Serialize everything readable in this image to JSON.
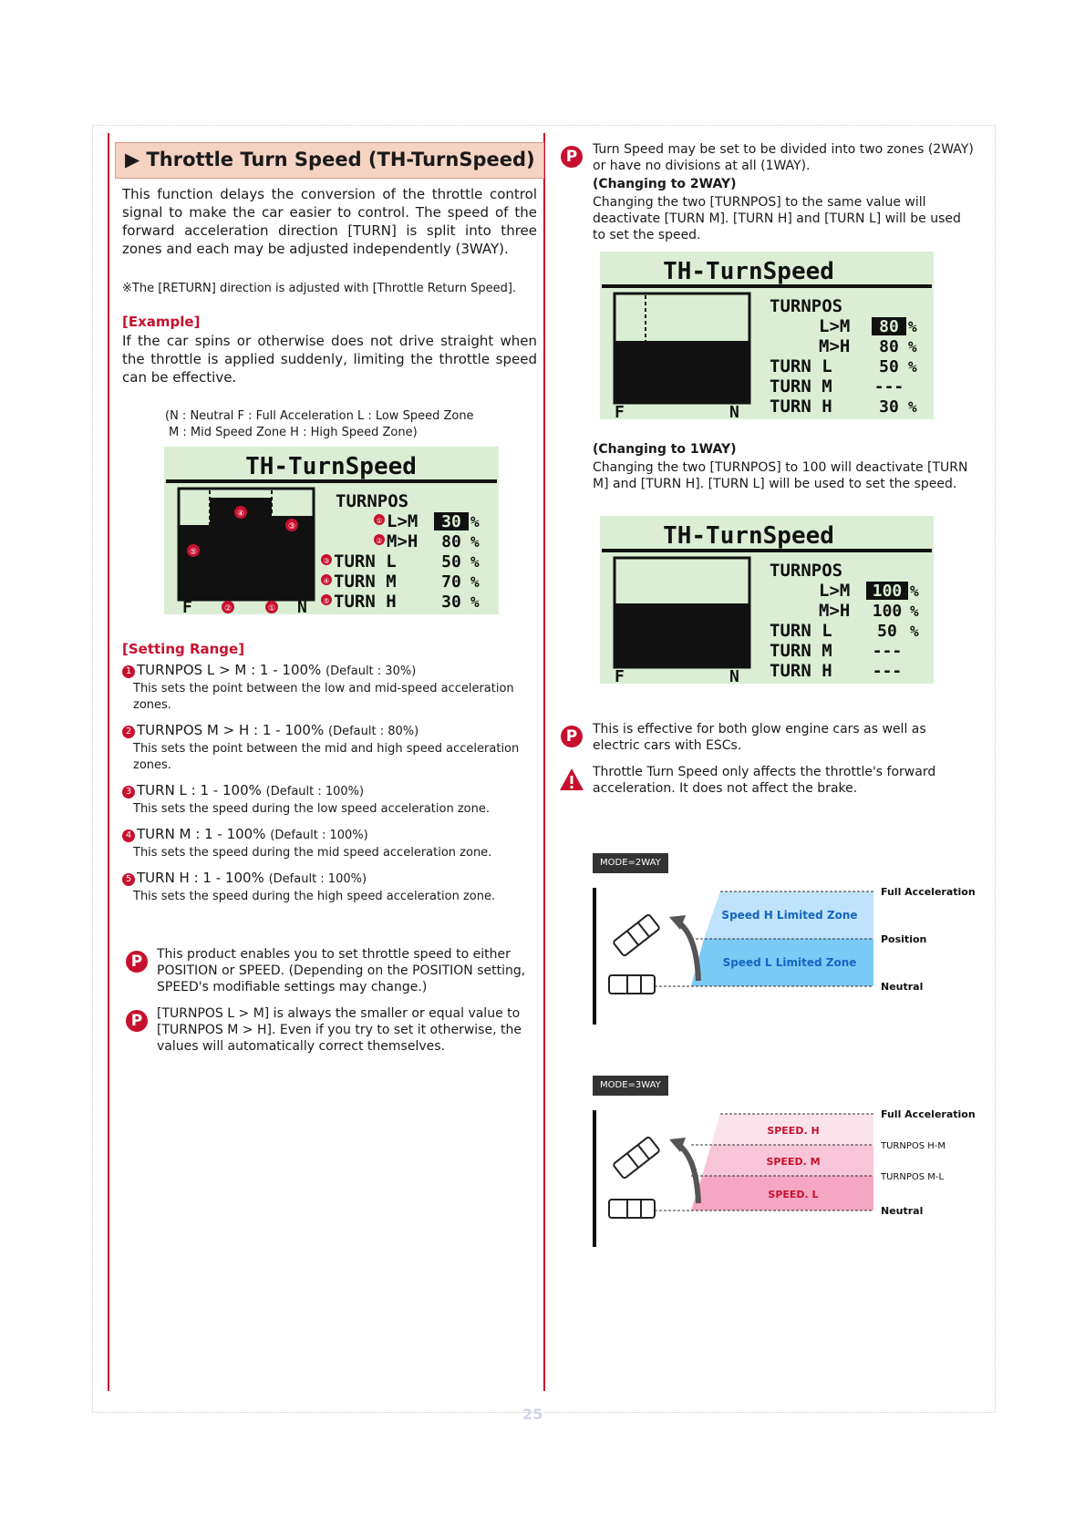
{
  "colors": {
    "accent": "#c8102e",
    "title_bg": "#f5d3c3",
    "lcd_bg": "#dbeed3",
    "speed_blue": "#2196f3",
    "speed_pink": "#f5b5cc"
  },
  "title": "▶ Throttle Turn Speed (TH-TurnSpeed)",
  "intro": "This function delays the conversion of the throttle control signal to make the car easier to control. The speed of the forward acceleration direction [TURN] is split into three zones and each may be adjusted independently (3WAY).",
  "note_return": "※The [RETURN] direction is adjusted with [Throttle Return Speed].",
  "example": {
    "heading": "[Example]",
    "text": "If the car spins or otherwise does not drive straight when the throttle is applied suddenly, limiting the throttle speed can be effective.",
    "legend_line1": "(N : Neutral   F : Full Acceleration   L : Low Speed Zone",
    "legend_line2": "M : Mid Speed Zone   H : High Speed Zone)"
  },
  "lcd_main": {
    "title": "TH-TurnSpeed",
    "turnpos": "TURNPOS",
    "rows": [
      {
        "mark": "①",
        "label": "L>M",
        "value": "30",
        "unit": "%"
      },
      {
        "mark": "②",
        "label": "M>H",
        "value": "80",
        "unit": "%"
      },
      {
        "mark": "③",
        "label": "TURN L",
        "value": "50",
        "unit": "%"
      },
      {
        "mark": "④",
        "label": "TURN M",
        "value": "70",
        "unit": "%"
      },
      {
        "mark": "⑤",
        "label": "TURN H",
        "value": "30",
        "unit": "%"
      }
    ],
    "axis_f": "F",
    "axis_n": "N",
    "m1": "①",
    "m2": "②",
    "m3": "③",
    "m4": "④",
    "m5": "⑤"
  },
  "setting_range": {
    "heading": "[Setting Range]",
    "items": [
      {
        "num": "1",
        "head": "TURNPOS L > M : 1 - 100%",
        "default": "(Default : 30%)",
        "desc": "This sets the point between the low and mid-speed acceleration zones."
      },
      {
        "num": "2",
        "head": "TURNPOS M > H : 1 - 100%",
        "default": "(Default : 80%)",
        "desc": "This sets the point between the mid and high speed acceleration zones."
      },
      {
        "num": "3",
        "head": "TURN L : 1 - 100%",
        "default": "(Default : 100%)",
        "desc": "This sets the speed during the low speed acceleration zone."
      },
      {
        "num": "4",
        "head": "TURN M : 1 - 100%",
        "default": "(Default : 100%)",
        "desc": "This sets the speed during the mid speed acceleration zone."
      },
      {
        "num": "5",
        "head": "TURN H : 1 - 100%",
        "default": "(Default : 100%)",
        "desc": "This sets the speed during the high speed acceleration zone."
      }
    ]
  },
  "point_notes_left": [
    "This product enables you to set throttle speed to either POSITION or SPEED. (Depending on the POSITION setting, SPEED's modifiable settings may change.)",
    "[TURNPOS L > M] is always the smaller or equal value to [TURNPOS M > H]. Even if you try to set it otherwise, the values will automatically correct themselves."
  ],
  "right": {
    "p1": "Turn Speed may be set to be divided into two zones (2WAY) or have no divisions at all (1WAY).",
    "h2way": "(Changing to 2WAY)",
    "t2way": "Changing the two [TURNPOS] to the same value will deactivate [TURN M]. [TURN H] and [TURN L] will be used to set the speed.",
    "h1way": "(Changing to 1WAY)",
    "t1way": "Changing the two [TURNPOS] to 100 will deactivate [TURN M] and [TURN H]. [TURN L] will be used to set the speed.",
    "p2": "This is effective for both glow engine cars as well as electric cars with ESCs.",
    "warn": "Throttle Turn Speed only affects the throttle's forward acceleration. It does not affect the brake."
  },
  "lcd_2way": {
    "title": "TH-TurnSpeed",
    "turnpos": "TURNPOS",
    "r1l": "L>M",
    "r1v": "80",
    "r2l": "M>H",
    "r2v": "80",
    "r3l": "TURN L",
    "r3v": "50",
    "r4l": "TURN M",
    "r4v": "---",
    "r5l": "TURN H",
    "r5v": "30",
    "unit": "%",
    "axis_f": "F",
    "axis_n": "N"
  },
  "lcd_1way": {
    "title": "TH-TurnSpeed",
    "turnpos": "TURNPOS",
    "r1l": "L>M",
    "r1v": "100",
    "r2l": "M>H",
    "r2v": "100",
    "r3l": "TURN L",
    "r3v": "50",
    "r4l": "TURN M",
    "r4v": "---",
    "r5l": "TURN H",
    "r5v": "---",
    "unit": "%",
    "axis_f": "F",
    "axis_n": "N"
  },
  "diagram_2way": {
    "mode": "MODE=2WAY",
    "zone_h": "Speed H Limited Zone",
    "zone_l": "Speed L Limited Zone",
    "full": "Full Acceleration",
    "position": "Position",
    "neutral": "Neutral"
  },
  "diagram_3way": {
    "mode": "MODE=3WAY",
    "speed_h": "SPEED. H",
    "speed_m": "SPEED. M",
    "speed_l": "SPEED. L",
    "full": "Full Acceleration",
    "pos_hm": "TURNPOS H-M",
    "pos_ml": "TURNPOS M-L",
    "neutral": "Neutral"
  },
  "page_number": "25"
}
